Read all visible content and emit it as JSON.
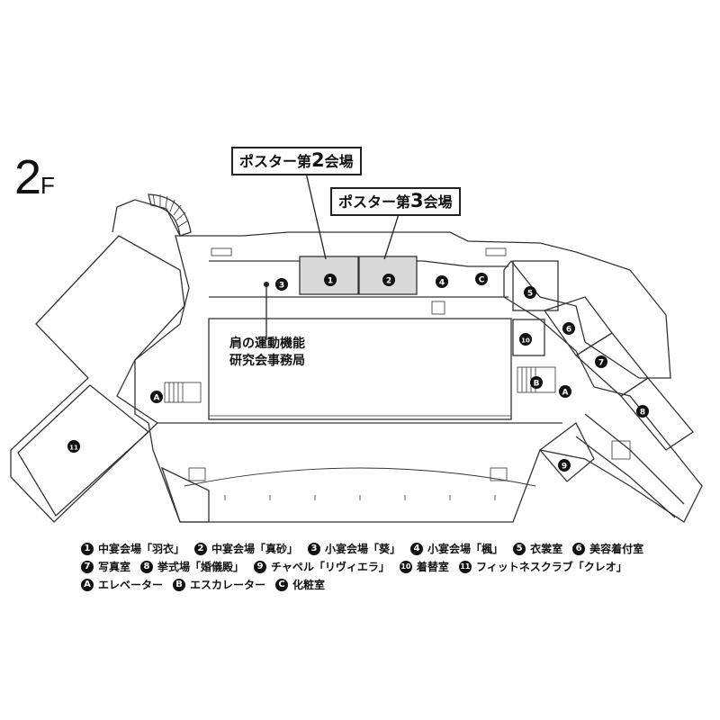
{
  "floor": {
    "number": "2",
    "suffix": "F"
  },
  "callouts": [
    {
      "prefix": "ポスター第",
      "num": "2",
      "suffix": "会場"
    },
    {
      "prefix": "ポスター第",
      "num": "3",
      "suffix": "会場"
    }
  ],
  "office": {
    "line1": "肩の運動機能",
    "line2": "研究会事務局"
  },
  "map_badges": {
    "r1": "1",
    "r2": "2",
    "r3": "3",
    "r4": "4",
    "r5": "5",
    "r6": "6",
    "r7": "7",
    "r8": "8",
    "r9": "9",
    "r10": "10",
    "r11": "11",
    "a": "A",
    "b": "B",
    "c": "C"
  },
  "legend": {
    "row1": [
      {
        "key": "1",
        "label": "中宴会場「羽衣」"
      },
      {
        "key": "2",
        "label": "中宴会場「真砂」"
      },
      {
        "key": "3",
        "label": "小宴会場「葵」"
      },
      {
        "key": "4",
        "label": "小宴会場「楓」"
      },
      {
        "key": "5",
        "label": "衣裳室"
      },
      {
        "key": "6",
        "label": "美容着付室"
      }
    ],
    "row2": [
      {
        "key": "7",
        "label": "写真室"
      },
      {
        "key": "8",
        "label": "挙式場「婚儀殿」"
      },
      {
        "key": "9",
        "label": "チャペル「リヴィエラ」"
      },
      {
        "key": "10",
        "label": "着替室"
      },
      {
        "key": "11",
        "label": "フィットネスクラブ「クレオ」"
      }
    ],
    "row3": [
      {
        "key": "A",
        "label": "エレベーター"
      },
      {
        "key": "B",
        "label": "エスカレーター"
      },
      {
        "key": "C",
        "label": "化粧室"
      }
    ]
  },
  "colors": {
    "line": "#333333",
    "highlight": "#d9d9d9",
    "badge": "#111111"
  }
}
